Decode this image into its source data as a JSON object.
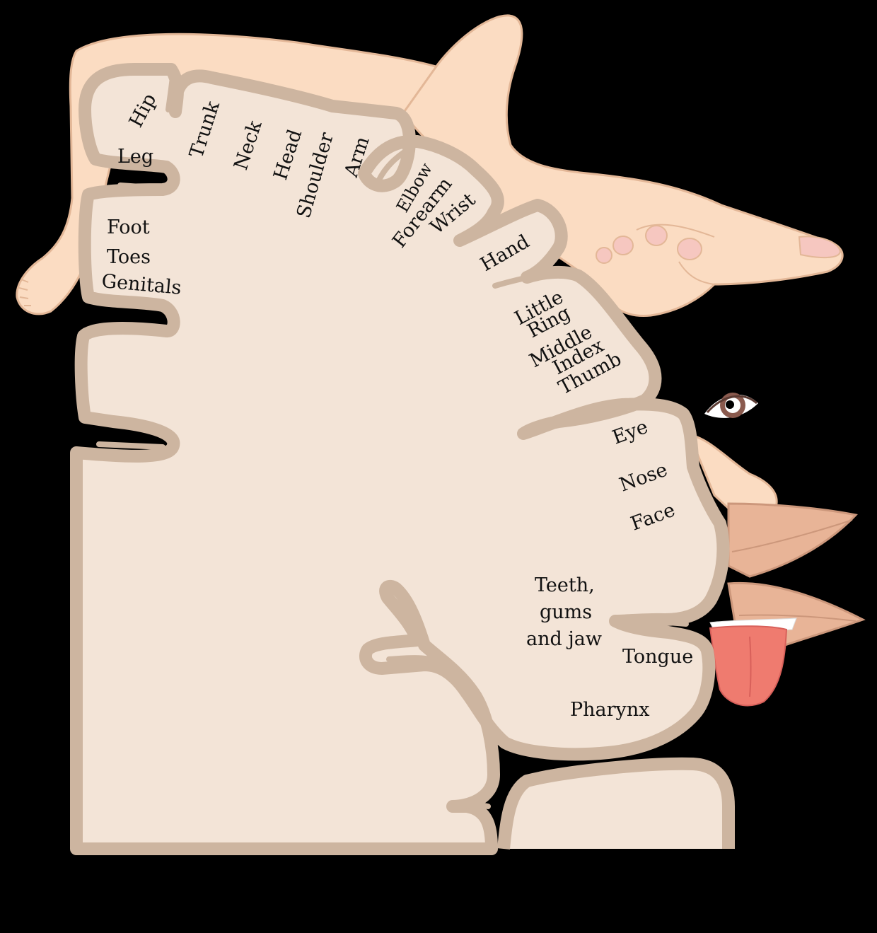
{
  "labels": {
    "hip": "Hip",
    "leg": "Leg",
    "trunk": "Trunk",
    "neck": "Neck",
    "head": "Head",
    "shoulder": "Shoulder",
    "arm": "Arm",
    "elbow": "Elbow",
    "forearm": "Forearm",
    "wrist": "Wrist",
    "hand": "Hand",
    "foot": "Foot",
    "toes": "Toes",
    "genitals": "Genitals",
    "little": "Little",
    "ring": "Ring",
    "middle": "Middle",
    "index": "Index",
    "thumb": "Thumb",
    "eye": "Eye",
    "nose": "Nose",
    "face": "Face",
    "teeth_1": "Teeth,",
    "teeth_2": "gums",
    "teeth_3": "and jaw",
    "tongue": "Tongue",
    "pharynx": "Pharynx"
  },
  "colors": {
    "background": "#000000",
    "cortex_fill": "#f3e4d7",
    "cortex_outline": "#cdb5a0",
    "skin": "#fbdcc2",
    "skin_outline": "#e3b797",
    "lip": "#e8b497",
    "tongue": "#ef7b6f",
    "iris": "#8a5a4e"
  }
}
